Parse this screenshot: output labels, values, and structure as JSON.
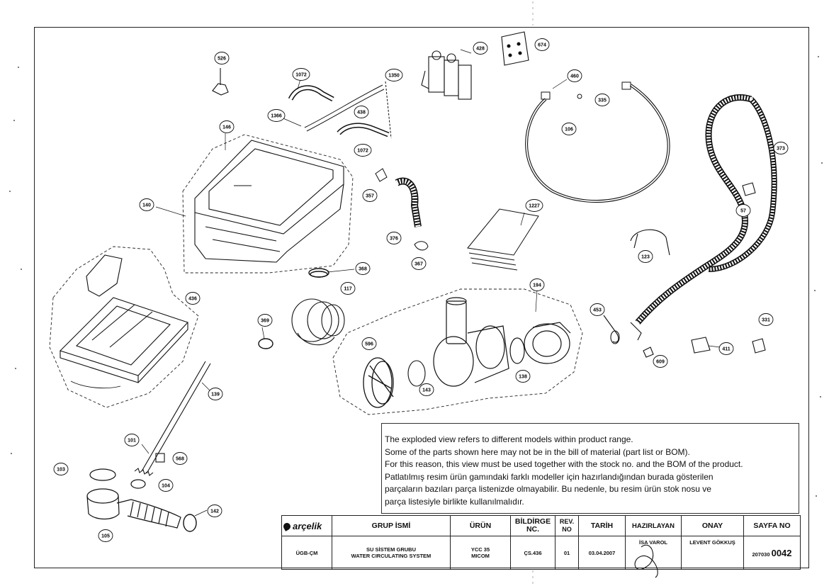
{
  "parts": [
    {
      "id": "p526",
      "label": "526"
    },
    {
      "id": "p1072a",
      "label": "1072"
    },
    {
      "id": "p1350",
      "label": "1350"
    },
    {
      "id": "p1366",
      "label": "1366"
    },
    {
      "id": "p438",
      "label": "438"
    },
    {
      "id": "p1072b",
      "label": "1072"
    },
    {
      "id": "p146",
      "label": "146"
    },
    {
      "id": "p428",
      "label": "428"
    },
    {
      "id": "p674",
      "label": "674"
    },
    {
      "id": "p460",
      "label": "460"
    },
    {
      "id": "p335",
      "label": "335"
    },
    {
      "id": "p106",
      "label": "106"
    },
    {
      "id": "p373",
      "label": "373"
    },
    {
      "id": "p140",
      "label": "140"
    },
    {
      "id": "p357",
      "label": "357"
    },
    {
      "id": "p376",
      "label": "376"
    },
    {
      "id": "p1227",
      "label": "1227"
    },
    {
      "id": "p367",
      "label": "367"
    },
    {
      "id": "p368",
      "label": "368"
    },
    {
      "id": "p57",
      "label": "57"
    },
    {
      "id": "p123",
      "label": "123"
    },
    {
      "id": "p436",
      "label": "436"
    },
    {
      "id": "p117",
      "label": "117"
    },
    {
      "id": "p194",
      "label": "194"
    },
    {
      "id": "p369",
      "label": "369"
    },
    {
      "id": "p453",
      "label": "453"
    },
    {
      "id": "p331",
      "label": "331"
    },
    {
      "id": "p596",
      "label": "596"
    },
    {
      "id": "p609",
      "label": "609"
    },
    {
      "id": "p411",
      "label": "411"
    },
    {
      "id": "p138",
      "label": "138"
    },
    {
      "id": "p143",
      "label": "143"
    },
    {
      "id": "p139",
      "label": "139"
    },
    {
      "id": "p101",
      "label": "101"
    },
    {
      "id": "p568",
      "label": "568"
    },
    {
      "id": "p103",
      "label": "103"
    },
    {
      "id": "p104",
      "label": "104"
    },
    {
      "id": "p142",
      "label": "142"
    },
    {
      "id": "p105",
      "label": "105"
    }
  ],
  "notes": [
    "The exploded view refers to different models within product range.",
    "Some of the parts shown here may not be in the bill of material (part list or BOM).",
    "For this reason, this view must be used together with the stock no. and the BOM of the product.",
    "Patlatılmış resim ürün gamındaki farklı modeller için hazırlandığından burada gösterilen",
    "parçaların bazıları parça listenizde olmayabilir. Bu nedenle, bu resim ürün stok nosu ve",
    "parça listesiyle birlikte kullanılmalıdır."
  ],
  "title_block": {
    "brand": "arçelik",
    "headers": {
      "group": "GRUP İSMİ",
      "product": "ÜRÜN",
      "notice": "BİLDİRGE NC.",
      "rev": "REV. NO",
      "date": "TARİH",
      "prepared": "HAZIRLAYAN",
      "approved": "ONAY",
      "page": "SAYFA NO"
    },
    "values": {
      "dept": "ÜGB-ÇM",
      "group_line1": "SU SİSTEM GRUBU",
      "group_line2": "WATER CIRCULATING SYSTEM",
      "product_line1": "YCC 35",
      "product_line2": "MICOM",
      "notice": "ÇS.436",
      "rev": "01",
      "date": "03.04.2007",
      "prepared": "İSA VAROL",
      "approved": "LEVENT GÖKKUŞ",
      "page_prefix": "207030",
      "page_suffix": "0042"
    }
  }
}
